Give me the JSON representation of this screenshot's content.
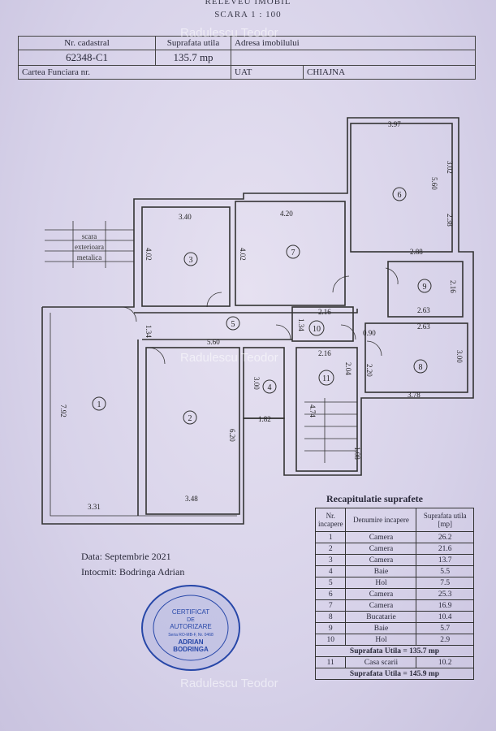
{
  "header": {
    "title": "RELEVEU IMOBIL",
    "scale": "SCARA 1 : 100"
  },
  "cadastral": {
    "nr_label": "Nr. cadastral",
    "nr_value": "62348-C1",
    "surface_label": "Suprafata utila",
    "surface_value": "135.7 mp",
    "address_label": "Adresa imobilului",
    "uat_label": "UAT",
    "uat_value": "CHIAJNA",
    "cf_label": "Cartea Funciara nr."
  },
  "plan": {
    "stair_label": [
      "scara",
      "exterioara",
      "metalica"
    ],
    "rooms": [
      "1",
      "2",
      "3",
      "4",
      "5",
      "6",
      "7",
      "8",
      "9",
      "10",
      "11"
    ],
    "dims": [
      "3.40",
      "4.20",
      "3.97",
      "3.02",
      "5.60",
      "2.38",
      "4.02",
      "4.02",
      "2.88",
      "2.16",
      "2.16",
      "2.63",
      "1.34",
      "5.60",
      "1.34",
      "0.90",
      "2.63",
      "2.16",
      "2.04",
      "2.20",
      "3.00",
      "3.00",
      "1.82",
      "7.92",
      "6.20",
      "4.74",
      "3.78",
      "1.08",
      "3.31",
      "3.48"
    ]
  },
  "info": {
    "date": "Data: Septembrie 2021",
    "author": "Intocmit: Bodringa Adrian"
  },
  "stamp": {
    "line1": "CERTIFICAT",
    "line2": "DE",
    "line3": "AUTORIZARE",
    "line4": "Seria RO-MB-F, Nr. 0468",
    "line5": "ADRIAN",
    "line6": "BODRINGA"
  },
  "recap": {
    "title": "Recapitulatie suprafete",
    "headers": [
      "Nr. incapere",
      "Denumire incapere",
      "Suprafata utila [mp]"
    ],
    "rows": [
      [
        "1",
        "Camera",
        "26.2"
      ],
      [
        "2",
        "Camera",
        "21.6"
      ],
      [
        "3",
        "Camera",
        "13.7"
      ],
      [
        "4",
        "Baie",
        "5.5"
      ],
      [
        "5",
        "Hol",
        "7.5"
      ],
      [
        "6",
        "Camera",
        "25.3"
      ],
      [
        "7",
        "Camera",
        "16.9"
      ],
      [
        "8",
        "Bucatarie",
        "10.4"
      ],
      [
        "9",
        "Baie",
        "5.7"
      ],
      [
        "10",
        "Hol",
        "2.9"
      ]
    ],
    "total1": "Suprafata Utila = 135.7 mp",
    "row11": [
      "11",
      "Casa scarii",
      "10.2"
    ],
    "total2": "Suprafata Utila = 145.9 mp"
  },
  "watermark": "Radulescu Teodor",
  "colors": {
    "ink": "#2a2a3a",
    "paper": "#dcd7ec",
    "stamp": "#2747a8"
  }
}
